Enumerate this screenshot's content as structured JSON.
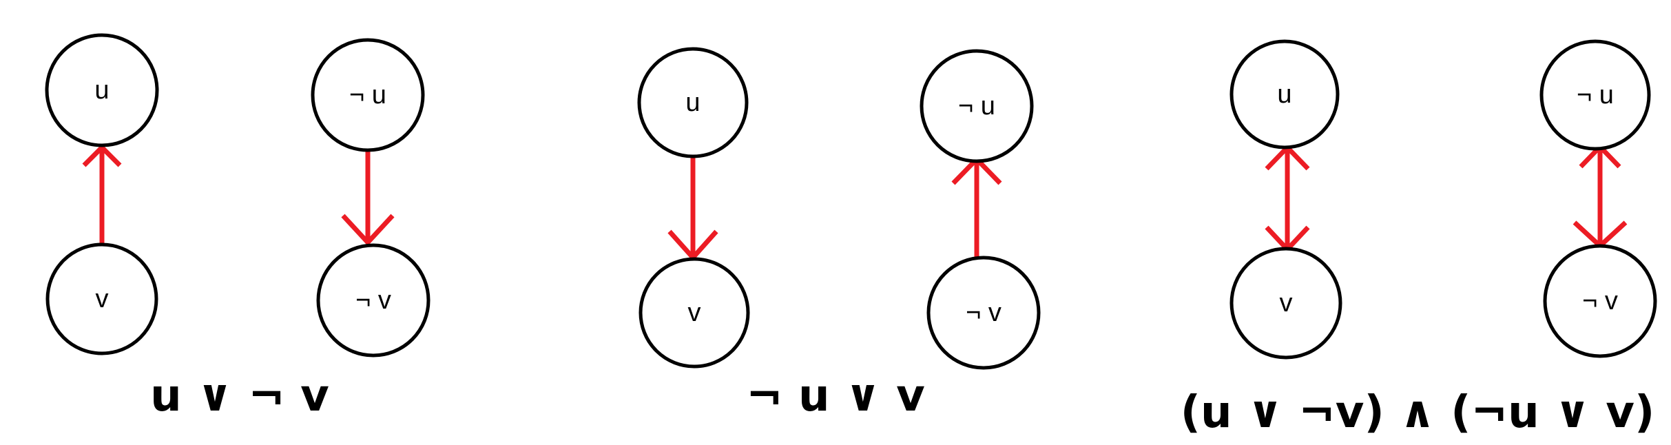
{
  "colors": {
    "edge": "#ec1c24",
    "node_stroke": "#000000",
    "background": "#ffffff"
  },
  "diagrams": [
    {
      "caption": "u ∨ ¬ v",
      "nodes": [
        {
          "id": "u",
          "label": "u"
        },
        {
          "id": "v",
          "label": "v"
        },
        {
          "id": "not-u",
          "label": "¬ u"
        },
        {
          "id": "not-v",
          "label": "¬ v"
        }
      ],
      "edges": [
        {
          "from": "v",
          "to": "u",
          "directed": "one-way"
        },
        {
          "from": "not-u",
          "to": "not-v",
          "directed": "one-way"
        }
      ]
    },
    {
      "caption": "¬ u ∨ v",
      "nodes": [
        {
          "id": "u",
          "label": "u"
        },
        {
          "id": "v",
          "label": "v"
        },
        {
          "id": "not-u",
          "label": "¬ u"
        },
        {
          "id": "not-v",
          "label": "¬ v"
        }
      ],
      "edges": [
        {
          "from": "u",
          "to": "v",
          "directed": "one-way"
        },
        {
          "from": "not-v",
          "to": "not-u",
          "directed": "one-way"
        }
      ]
    },
    {
      "caption": "(u ∨ ¬v) ∧ (¬u ∨ v)",
      "nodes": [
        {
          "id": "u",
          "label": "u"
        },
        {
          "id": "v",
          "label": "v"
        },
        {
          "id": "not-u",
          "label": "¬ u"
        },
        {
          "id": "not-v",
          "label": "¬ v"
        }
      ],
      "edges": [
        {
          "from": "u",
          "to": "v",
          "directed": "two-way"
        },
        {
          "from": "not-u",
          "to": "not-v",
          "directed": "two-way"
        }
      ]
    }
  ]
}
